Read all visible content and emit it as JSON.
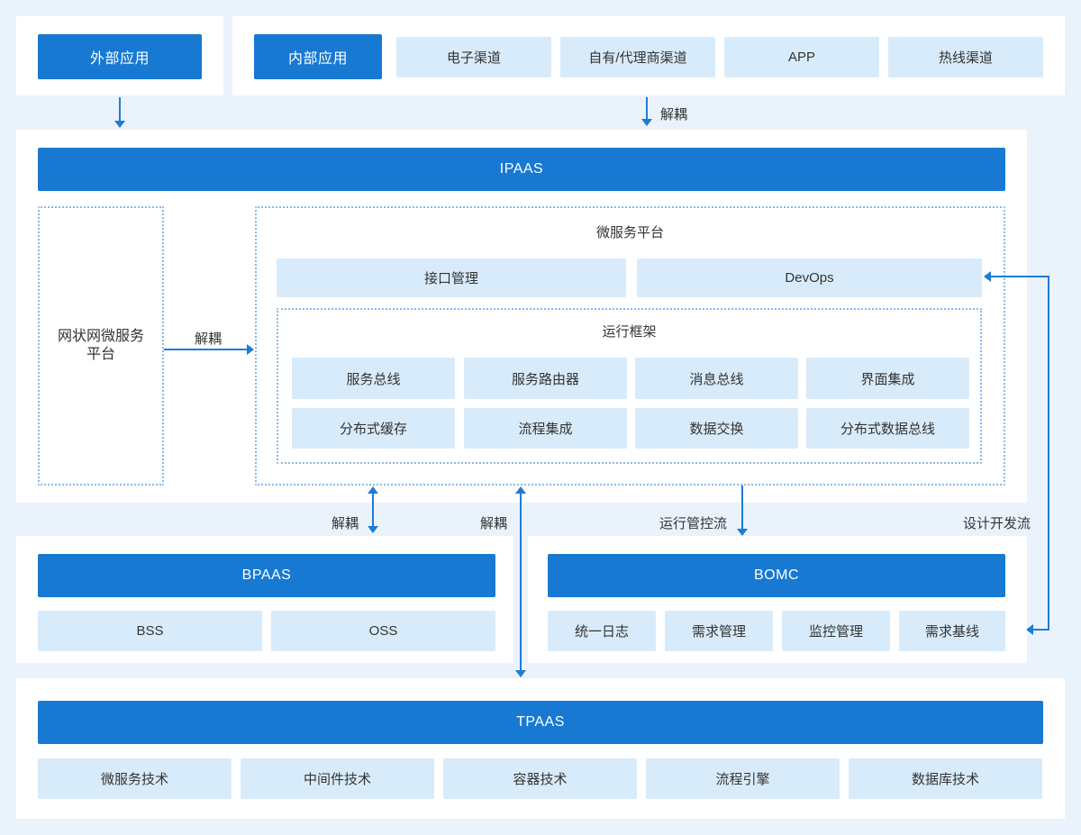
{
  "colors": {
    "primary_blue": "#1779D2",
    "light_box_blue": "#D8EBFA",
    "page_background": "#EAF3FC",
    "card_white": "#FFFFFF",
    "arrow_blue": "#1E7CD6",
    "text_dark": "#333333"
  },
  "top_left": {
    "external_app": "外部应用"
  },
  "top_right": {
    "internal_app": "内部应用",
    "channels": [
      "电子渠道",
      "自有/代理商渠道",
      "APP",
      "热线渠道"
    ]
  },
  "flows": {
    "decouple_internal": "解耦",
    "decouple_mesh": "解耦",
    "decouple_bpaas": "解耦",
    "decouple_tpaas": "解耦",
    "runtime_control": "运行管控流",
    "design_dev": "设计开发流"
  },
  "ipaas": {
    "bar": "IPAAS",
    "mesh_line1": "网状网微服务",
    "mesh_line2": "平台",
    "platform_title": "微服务平台",
    "interface_mgmt": "接口管理",
    "devops": "DevOps",
    "runtime_title": "运行框架",
    "runtime_row1": [
      "服务总线",
      "服务路由器",
      "消息总线",
      "界面集成"
    ],
    "runtime_row2": [
      "分布式缓存",
      "流程集成",
      "数据交换",
      "分布式数据总线"
    ]
  },
  "bpaas": {
    "bar": "BPAAS",
    "items": [
      "BSS",
      "OSS"
    ]
  },
  "bomc": {
    "bar": "BOMC",
    "items": [
      "统一日志",
      "需求管理",
      "监控管理",
      "需求基线"
    ]
  },
  "tpaas": {
    "bar": "TPAAS",
    "items": [
      "微服务技术",
      "中间件技术",
      "容器技术",
      "流程引擎",
      "数据库技术"
    ]
  }
}
